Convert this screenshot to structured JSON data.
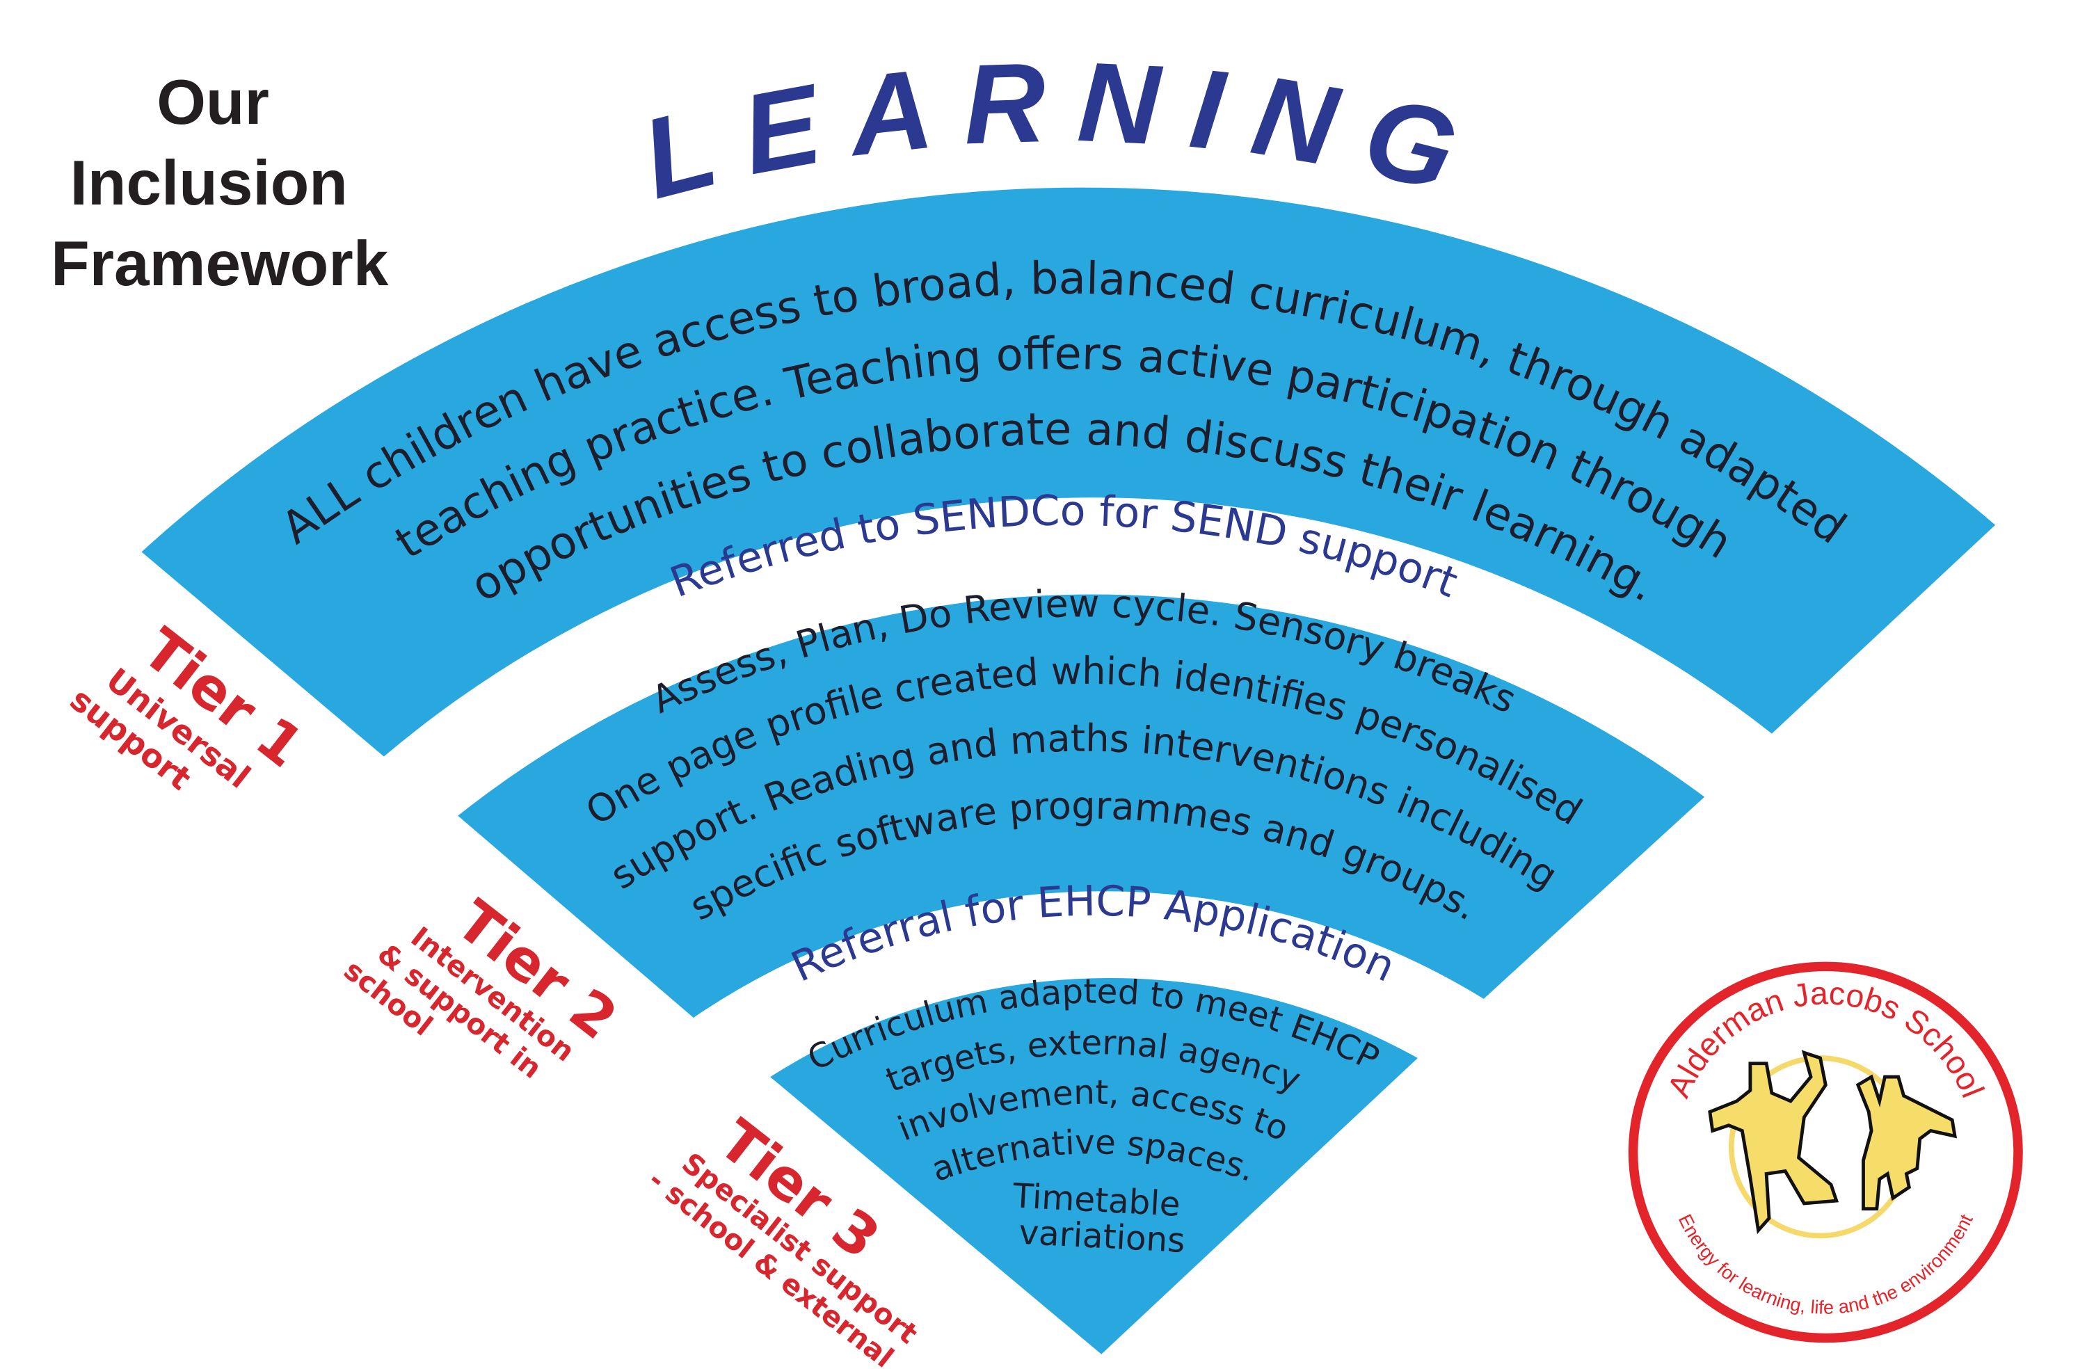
{
  "title": {
    "line1": "Our",
    "line2": "Inclusion",
    "line3": "Framework"
  },
  "heading": "LEARNING",
  "colors": {
    "band": "#29a8e0",
    "tier": "#d7262e",
    "heading": "#2b3990"
  },
  "tier1": {
    "label": "Tier 1",
    "sub1": "Universal",
    "sub2": "support",
    "lines": [
      "ALL children have access to broad, balanced curriculum, through  adapted",
      "teaching practice.  Teaching offers active participation through",
      "opportunities to collaborate and discuss their learning."
    ]
  },
  "referral1": "Referred to SENDCo for SEND support",
  "tier2": {
    "label": "Tier 2",
    "sub1": "Intervention",
    "sub2": "& support in",
    "sub3": "school",
    "lines": [
      "Assess, Plan, Do Review cycle. Sensory breaks",
      "One page profile created which identifies personalised",
      "support. Reading and maths interventions including",
      "specific software programmes and groups."
    ]
  },
  "referral2": "Referral for EHCP Application",
  "tier3": {
    "label": "Tier 3",
    "sub1": "Specialist support",
    "sub2": "- school & external",
    "lines": [
      "Curriculum adapted to meet EHCP",
      "targets, external agency",
      "involvement, access to",
      "alternative spaces."
    ],
    "extra1": "Timetable",
    "extra2": "variations"
  },
  "logo": {
    "name": "Alderman Jacobs School",
    "motto": "Energy for learning, life and the environment"
  }
}
